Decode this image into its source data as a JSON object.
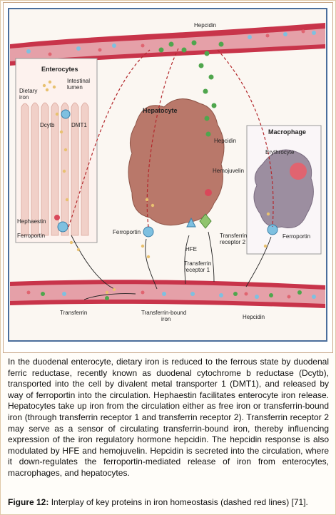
{
  "diagram": {
    "labels": {
      "hepcidin_top": "Hepcidin",
      "enterocytes": "Enterocytes",
      "intestinal_lumen": "Intestinal\nlumen",
      "dietary_iron": "Dietary\niron",
      "dcytb": "Dcytb",
      "dmt1": "DMT1",
      "hephaestin": "Hephaestin",
      "ferroportin_left": "Ferroportin",
      "hepatocyte": "Hepatocyte",
      "hepcidin_mid": "Hepcidin",
      "hemojuvelin": "Hemojuvelin",
      "ferroportin_mid": "Ferroportin",
      "hfe": "HFE",
      "transferrin_receptor_1": "Transferrin\nreceptor 1",
      "transferrin_receptor_2": "Transferrin\nreceptor 2",
      "macrophage": "Macrophage",
      "erythrocyte": "Erythrocyte",
      "ferroportin_right": "Ferroportin",
      "transferrin": "Transferrin",
      "transferrin_bound_iron": "Transferrin-bound\niron",
      "hepcidin_bottom": "Hepcidin"
    },
    "colors": {
      "vessel": "#c8344a",
      "vessel_inner": "#e5a0a8",
      "enterocyte": "#f1d0c8",
      "hepatocyte": "#b9786a",
      "macrophage": "#9c8ea0",
      "panel_border": "#999999",
      "hepcidin_dot": "#4fa64d",
      "iron_dot": "#e8c170",
      "transferrin_dot": "#7ec0e0",
      "dashed_line": "#b3282c",
      "figure_border": "#4a6e9c"
    }
  },
  "caption": {
    "text": "In the duodenal enterocyte, dietary iron is reduced to the ferrous state by duodenal ferric reductase, recently known as duodenal cytochrome b reductase (Dcytb), transported into the cell by divalent metal transporter 1 (DMT1), and released by way of ferroportin into the circulation. Hephaestin facilitates enterocyte iron release. Hepatocytes take up iron from the circulation either as free iron or transferrin-bound iron (through transferrin receptor 1 and transferrin receptor 2). Transferrin receptor 2 may serve as a sensor of circulating transferrin-bound iron, thereby influencing expression of the iron regulatory hormone hepcidin. The hepcidin response is also modulated by HFE and hemojuvelin. Hepcidin is secreted into the circulation, where it down-regulates the ferroportin-mediated release of iron from enterocytes, macrophages, and hepatocytes."
  },
  "figure_caption": {
    "label": "Figure 12:",
    "text": " Interplay of key proteins in iron homeostasis (dashed red lines) [71]."
  }
}
